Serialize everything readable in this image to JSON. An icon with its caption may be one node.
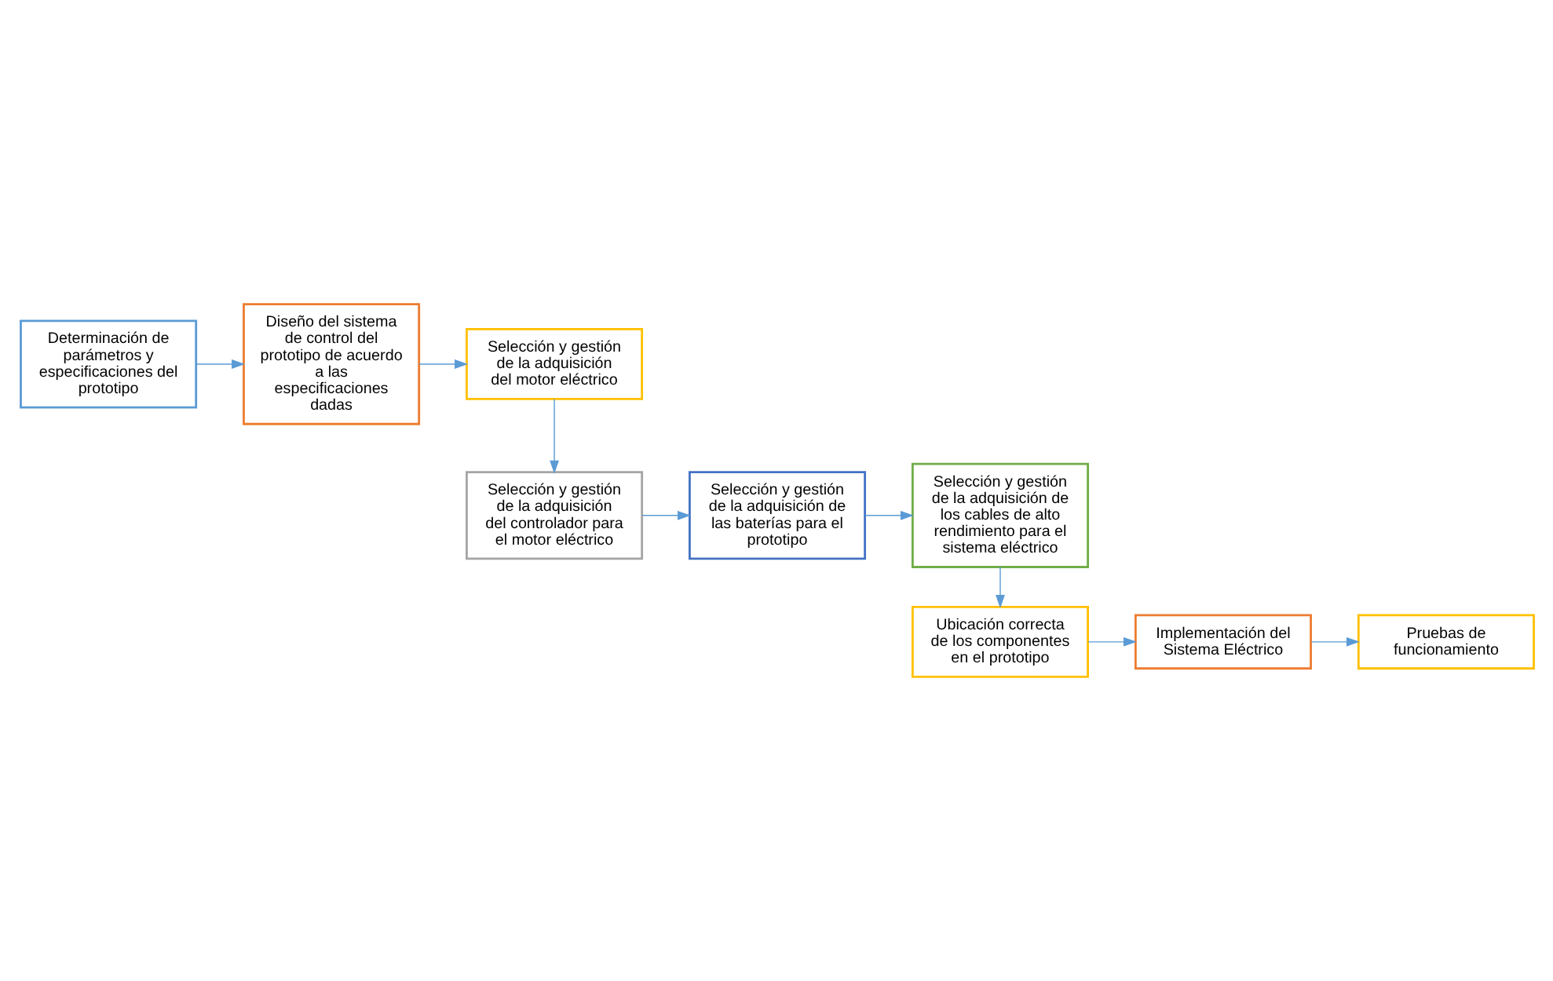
{
  "diagram": {
    "nodes": [
      {
        "text": [
          "Determinación de parámetros y especificaciones del prototipo"
        ]
      },
      {
        "text": [
          "Diseño del sistema de control del prototipo de acuerdo a las especificaciones dadas"
        ]
      },
      {
        "text": [
          "Selección y gestión de la adquisición del motor eléctrico"
        ]
      },
      {
        "text": [
          "Selección y gestión de la adquisición del controlador para el motor eléctrico"
        ]
      },
      {
        "text": [
          "Selección y gestión de la adquisición de las baterías para el prototipo"
        ]
      },
      {
        "text": [
          "Selección y gestión de la adquisición de los cables de alto rendimiento para el sistema eléctrico"
        ]
      },
      {
        "text": [
          "Ubicación correcta de los componentes en el prototipo"
        ]
      },
      {
        "text": [
          "Implementación del Sistema Eléctrico"
        ]
      },
      {
        "text": [
          "Pruebas de funcionamiento"
        ]
      }
    ],
    "edges": [
      {
        "from": 0,
        "to": 1,
        "arrow": "to"
      },
      {
        "from": 1,
        "to": 2,
        "arrow": "to"
      },
      {
        "from": 2,
        "to": 3,
        "arrow": "to"
      },
      {
        "from": 3,
        "to": 4,
        "arrow": "to"
      },
      {
        "from": 4,
        "to": 5,
        "arrow": "to"
      },
      {
        "from": 5,
        "to": 6,
        "arrow": "to"
      },
      {
        "from": 6,
        "to": 7,
        "arrow": "to"
      },
      {
        "from": 7,
        "to": 8,
        "arrow": "to"
      }
    ]
  }
}
